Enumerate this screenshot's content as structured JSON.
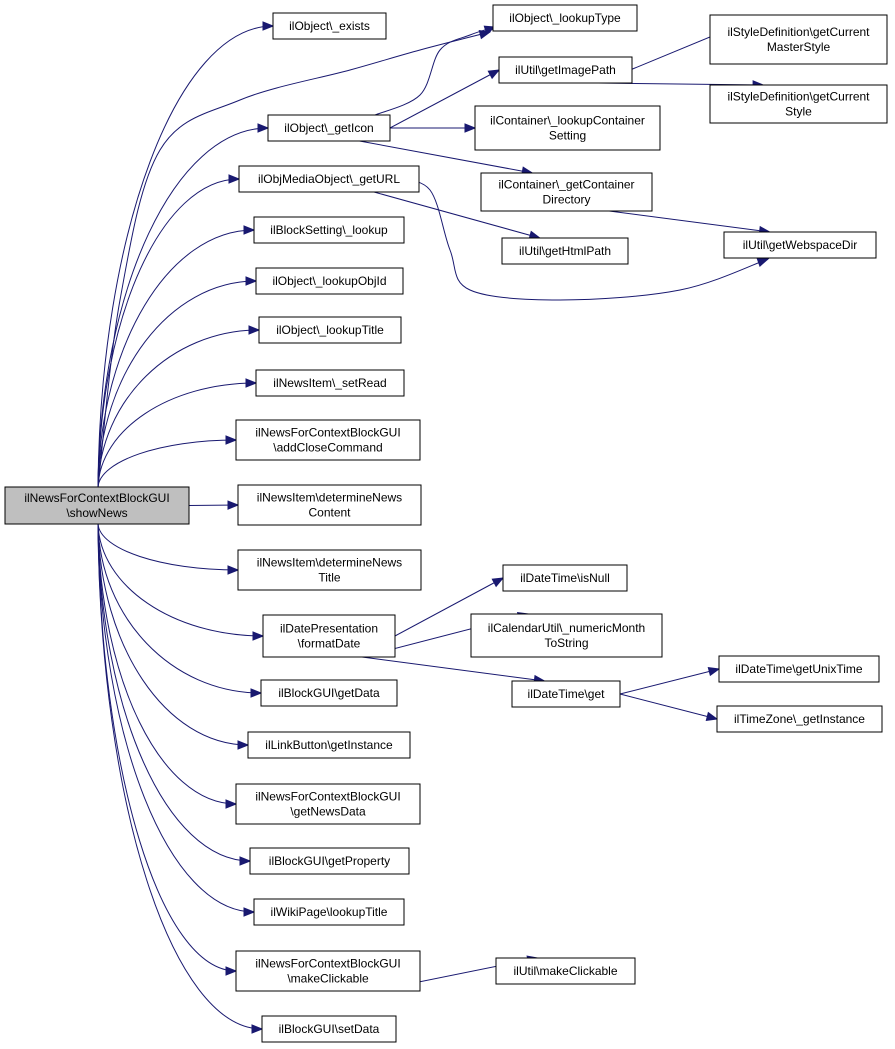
{
  "diagram": {
    "root": {
      "id": "root",
      "lines": [
        "ilNewsForContextBlockGUI",
        "\\showNews"
      ]
    },
    "nodes": [
      {
        "id": "n_exists",
        "lines": [
          "ilObject\\_exists"
        ]
      },
      {
        "id": "n_lookupType",
        "lines": [
          "ilObject\\_lookupType"
        ]
      },
      {
        "id": "n_getCurrentMasterStyle",
        "lines": [
          "ilStyleDefinition\\getCurrent",
          "MasterStyle"
        ]
      },
      {
        "id": "n_getImagePath",
        "lines": [
          "ilUtil\\getImagePath"
        ]
      },
      {
        "id": "n_getCurrentStyle",
        "lines": [
          "ilStyleDefinition\\getCurrent",
          "Style"
        ]
      },
      {
        "id": "n_getIcon",
        "lines": [
          "ilObject\\_getIcon"
        ]
      },
      {
        "id": "n_lookupContainerSetting",
        "lines": [
          "ilContainer\\_lookupContainer",
          "Setting"
        ]
      },
      {
        "id": "n_getURL",
        "lines": [
          "ilObjMediaObject\\_getURL"
        ]
      },
      {
        "id": "n_getContainerDirectory",
        "lines": [
          "ilContainer\\_getContainer",
          "Directory"
        ]
      },
      {
        "id": "n_blockSettingLookup",
        "lines": [
          "ilBlockSetting\\_lookup"
        ]
      },
      {
        "id": "n_getWebspaceDir",
        "lines": [
          "ilUtil\\getWebspaceDir"
        ]
      },
      {
        "id": "n_getHtmlPath",
        "lines": [
          "ilUtil\\getHtmlPath"
        ]
      },
      {
        "id": "n_lookupObjId",
        "lines": [
          "ilObject\\_lookupObjId"
        ]
      },
      {
        "id": "n_lookupTitle",
        "lines": [
          "ilObject\\_lookupTitle"
        ]
      },
      {
        "id": "n_setRead",
        "lines": [
          "ilNewsItem\\_setRead"
        ]
      },
      {
        "id": "n_addCloseCommand",
        "lines": [
          "ilNewsForContextBlockGUI",
          "\\addCloseCommand"
        ]
      },
      {
        "id": "n_determineNewsContent",
        "lines": [
          "ilNewsItem\\determineNews",
          "Content"
        ]
      },
      {
        "id": "n_determineNewsTitle",
        "lines": [
          "ilNewsItem\\determineNews",
          "Title"
        ]
      },
      {
        "id": "n_isNull",
        "lines": [
          "ilDateTime\\isNull"
        ]
      },
      {
        "id": "n_formatDate",
        "lines": [
          "ilDatePresentation",
          "\\formatDate"
        ]
      },
      {
        "id": "n_numericMonthToString",
        "lines": [
          "ilCalendarUtil\\_numericMonth",
          "ToString"
        ]
      },
      {
        "id": "n_getUnixTime",
        "lines": [
          "ilDateTime\\getUnixTime"
        ]
      },
      {
        "id": "n_dateTimeGet",
        "lines": [
          "ilDateTime\\get"
        ]
      },
      {
        "id": "n_getData",
        "lines": [
          "ilBlockGUI\\getData"
        ]
      },
      {
        "id": "n_getInstanceTZ",
        "lines": [
          "ilTimeZone\\_getInstance"
        ]
      },
      {
        "id": "n_linkButtonGetInstance",
        "lines": [
          "ilLinkButton\\getInstance"
        ]
      },
      {
        "id": "n_getNewsData",
        "lines": [
          "ilNewsForContextBlockGUI",
          "\\getNewsData"
        ]
      },
      {
        "id": "n_getProperty",
        "lines": [
          "ilBlockGUI\\getProperty"
        ]
      },
      {
        "id": "n_wikiLookupTitle",
        "lines": [
          "ilWikiPage\\lookupTitle"
        ]
      },
      {
        "id": "n_makeClickable",
        "lines": [
          "ilNewsForContextBlockGUI",
          "\\makeClickable"
        ]
      },
      {
        "id": "n_utilMakeClickable",
        "lines": [
          "ilUtil\\makeClickable"
        ]
      },
      {
        "id": "n_setData",
        "lines": [
          "ilBlockGUI\\setData"
        ]
      }
    ],
    "edges": [
      {
        "from": "root",
        "to": "n_exists"
      },
      {
        "from": "root",
        "to": "n_lookupType"
      },
      {
        "from": "root",
        "to": "n_getIcon"
      },
      {
        "from": "root",
        "to": "n_getURL"
      },
      {
        "from": "root",
        "to": "n_blockSettingLookup"
      },
      {
        "from": "root",
        "to": "n_lookupObjId"
      },
      {
        "from": "root",
        "to": "n_lookupTitle"
      },
      {
        "from": "root",
        "to": "n_setRead"
      },
      {
        "from": "root",
        "to": "n_addCloseCommand"
      },
      {
        "from": "root",
        "to": "n_determineNewsContent"
      },
      {
        "from": "root",
        "to": "n_determineNewsTitle"
      },
      {
        "from": "root",
        "to": "n_formatDate"
      },
      {
        "from": "root",
        "to": "n_getData"
      },
      {
        "from": "root",
        "to": "n_linkButtonGetInstance"
      },
      {
        "from": "root",
        "to": "n_getNewsData"
      },
      {
        "from": "root",
        "to": "n_getProperty"
      },
      {
        "from": "root",
        "to": "n_wikiLookupTitle"
      },
      {
        "from": "root",
        "to": "n_makeClickable"
      },
      {
        "from": "root",
        "to": "n_setData"
      },
      {
        "from": "n_getIcon",
        "to": "n_lookupType"
      },
      {
        "from": "n_getIcon",
        "to": "n_getImagePath"
      },
      {
        "from": "n_getIcon",
        "to": "n_lookupContainerSetting"
      },
      {
        "from": "n_getIcon",
        "to": "n_getContainerDirectory"
      },
      {
        "from": "n_getImagePath",
        "to": "n_getCurrentMasterStyle"
      },
      {
        "from": "n_getImagePath",
        "to": "n_getCurrentStyle"
      },
      {
        "from": "n_getContainerDirectory",
        "to": "n_getWebspaceDir"
      },
      {
        "from": "n_getURL",
        "to": "n_getHtmlPath"
      },
      {
        "from": "n_getURL",
        "to": "n_getWebspaceDir"
      },
      {
        "from": "n_formatDate",
        "to": "n_isNull"
      },
      {
        "from": "n_formatDate",
        "to": "n_numericMonthToString"
      },
      {
        "from": "n_formatDate",
        "to": "n_dateTimeGet"
      },
      {
        "from": "n_dateTimeGet",
        "to": "n_getUnixTime"
      },
      {
        "from": "n_dateTimeGet",
        "to": "n_getInstanceTZ"
      },
      {
        "from": "n_makeClickable",
        "to": "n_utilMakeClickable"
      }
    ],
    "colors": {
      "edge": "#191970",
      "root_fill": "#bfbfbf",
      "node_fill": "#ffffff",
      "border": "#000000"
    }
  }
}
